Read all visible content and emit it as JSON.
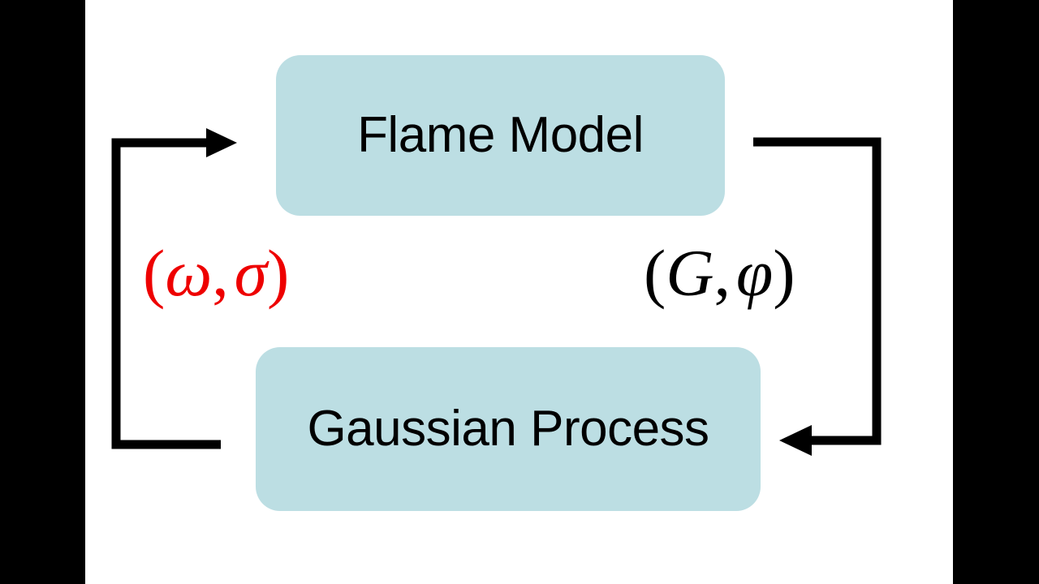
{
  "figure": {
    "type": "cycle-diagram",
    "background_color": "#ffffff",
    "letterbox_color": "#000000",
    "node_fill_color": "#bcdee3",
    "node_text_color": "#000000",
    "arrow_color": "#000000"
  },
  "nodes": [
    {
      "id": "flame-model",
      "label": "Flame Model",
      "fill": "#bcdee3"
    },
    {
      "id": "gaussian-process",
      "label": "Gaussian Process",
      "fill": "#bcdee3"
    }
  ],
  "edges": [
    {
      "id": "gp-to-flame",
      "from": "gaussian-process",
      "to": "flame-model",
      "label": "(ω, σ)",
      "label_open_paren": "(",
      "label_var1": "ω",
      "label_comma": ",",
      "label_var2": "σ",
      "label_close_paren": ")",
      "label_color": "#ee0000",
      "direction": "up-left"
    },
    {
      "id": "flame-to-gp",
      "from": "flame-model",
      "to": "gaussian-process",
      "label": "(G, φ)",
      "label_open_paren": "(",
      "label_var1": "G",
      "label_comma": ",",
      "label_var2": "φ",
      "label_close_paren": ")",
      "label_color": "#000000",
      "direction": "down-right"
    }
  ]
}
